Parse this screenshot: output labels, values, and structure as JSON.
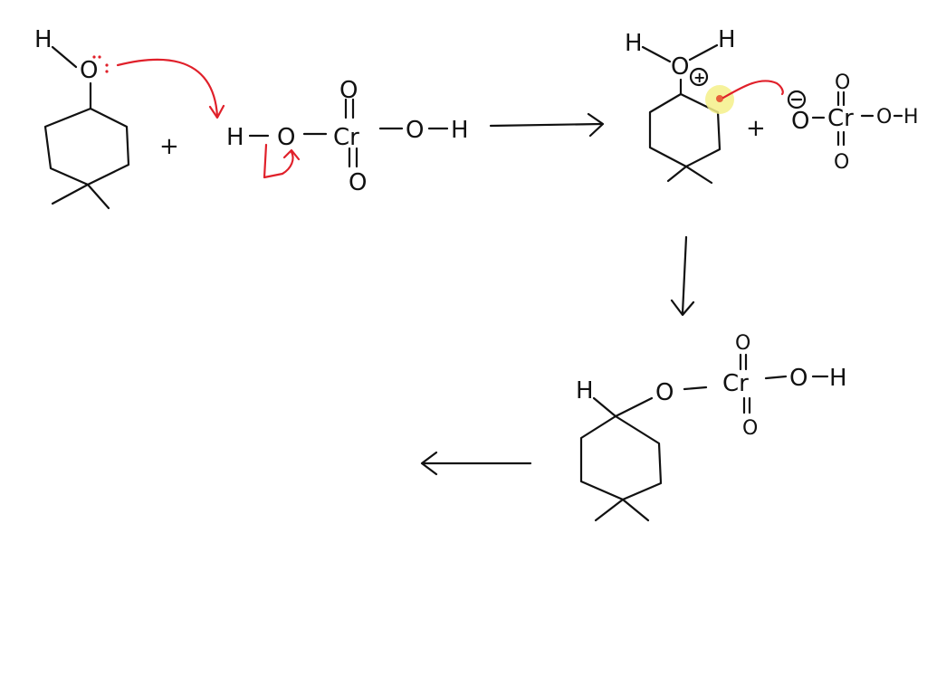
{
  "colors": {
    "ink": "#111111",
    "electron_arrow": "#e0202a",
    "highlight": "#f5f08a",
    "highlight_dot": "#e8603a"
  },
  "labels": {
    "H": "H",
    "O": "O",
    "Cr": "Cr",
    "plus": "+",
    "minus": "−",
    "dbl": "="
  },
  "lone_pair_marks": ":"
}
